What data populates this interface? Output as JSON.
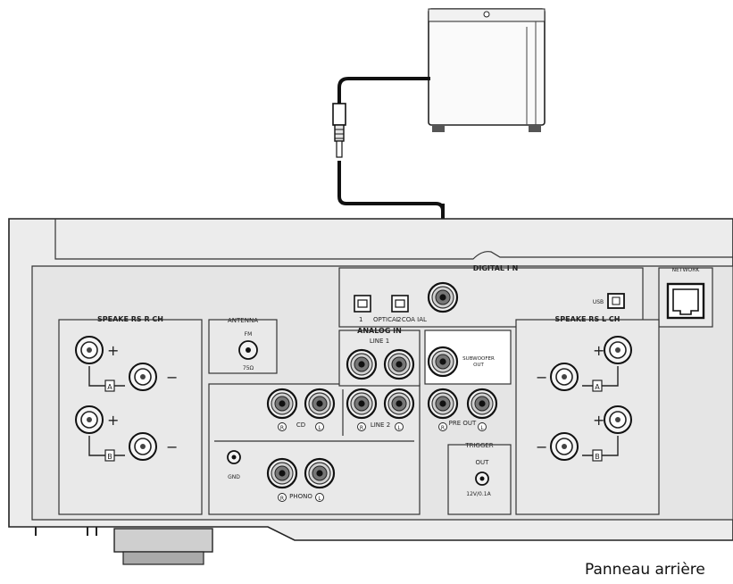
{
  "panel": {
    "digital_in": "DIGITAL I N",
    "network": "NETWORK",
    "usb": "USB",
    "optical_1": "1",
    "optical_2": "2",
    "optical_coaxial": "OPTICAL COA IAL",
    "speakers_r": "SPEAKE RS R CH",
    "speakers_l": "SPEAKE RS L CH",
    "antenna": "ANTENNA",
    "fm": "FM",
    "ohm": "75Ω",
    "analog_in": "ANALOG IN",
    "line1": "LINE 1",
    "line2": "LINE 2",
    "cd": "CD",
    "phono": "PHONO",
    "gnd": "GND",
    "subwoofer_out_1": "SUBWOOFER",
    "subwoofer_out_2": "OUT",
    "pre_out": "PRE OUT",
    "trigger": "TRIGGER",
    "trigger_out": "OUT",
    "trigger_spec": "12V/0.1A",
    "plus": "+",
    "minus": "−",
    "badge_a": "A",
    "badge_b": "B",
    "badge_r": "R",
    "badge_l": "L"
  },
  "caption": "Panneau arrière"
}
